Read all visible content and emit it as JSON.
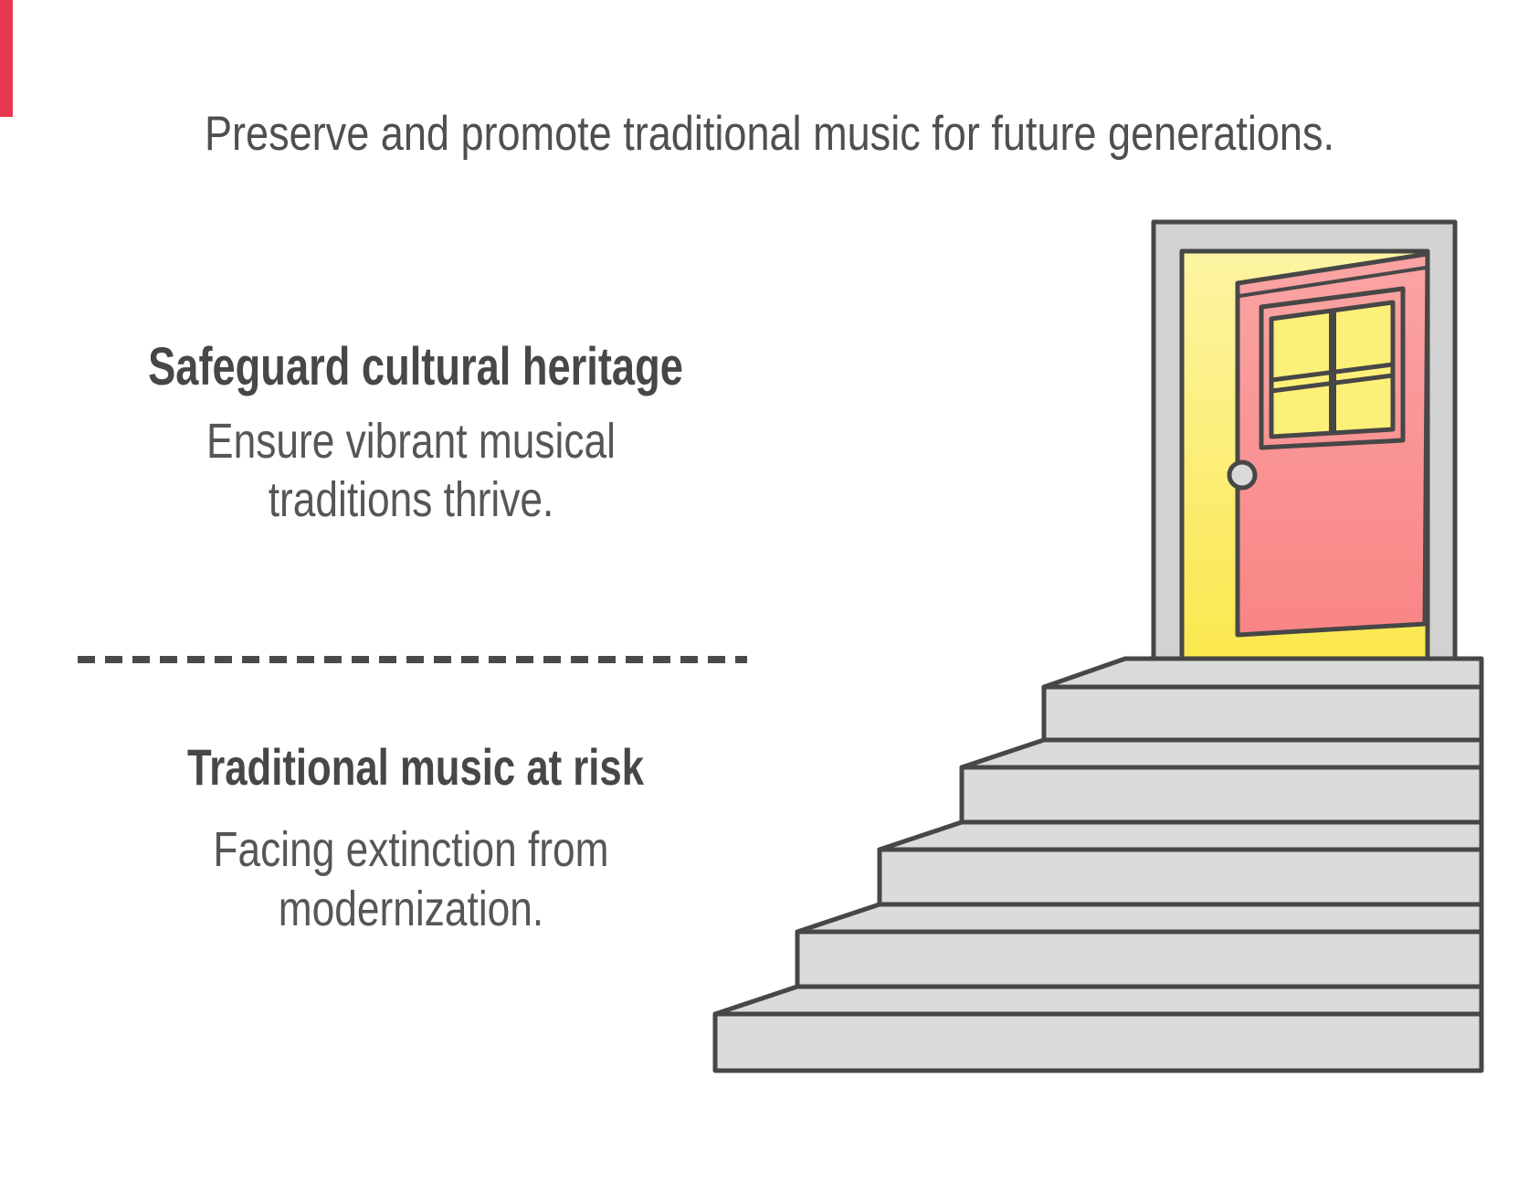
{
  "accent": {
    "color": "#e8384f"
  },
  "title": {
    "text": "Preserve and promote traditional music for future generations."
  },
  "sections": [
    {
      "heading": "Safeguard cultural heritage",
      "body_line1": "Ensure vibrant musical",
      "body_line2": "traditions thrive."
    },
    {
      "heading": "Traditional music at risk",
      "body_line1": "Facing extinction from",
      "body_line2": "modernization."
    }
  ],
  "divider": {
    "style": "dashed",
    "color": "#4a4a4a"
  },
  "illustration": {
    "name": "open-door-at-top-of-staircase",
    "steps_count": 5,
    "outline_color": "#474747",
    "frame_color": "#d2d2d2",
    "stair_color": "#dbdbdb",
    "doorway_yellow_top": "#fdf4a3",
    "doorway_yellow_bottom": "#fbe84e",
    "door_red_top": "#fba4a4",
    "door_red_bottom": "#f98585",
    "window_pane_color": "#fdf078",
    "knob_color": "#d9d9d9"
  }
}
